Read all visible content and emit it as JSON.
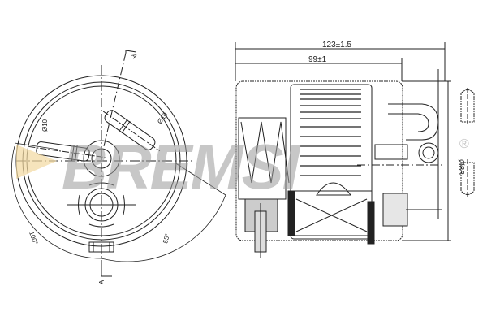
{
  "drawing": {
    "subject": "fuel filter technical drawing",
    "views": [
      "top view (section A-A)",
      "side section view",
      "end caps detail"
    ],
    "dimensions": {
      "overall_length": "123±1.5",
      "body_length": "99±1",
      "diameter": "Ø88",
      "inlet_diameter": "Ø10",
      "outlet_diameter": "Ø10",
      "angle_left": "100°",
      "angle_right": "55°"
    },
    "section_labels": {
      "top": "A",
      "bottom": "A"
    }
  },
  "watermark": {
    "brand": "BREMSI",
    "registered": "®",
    "gray_color": "#9a9a9a",
    "accent_color": "#f2d9a0"
  }
}
